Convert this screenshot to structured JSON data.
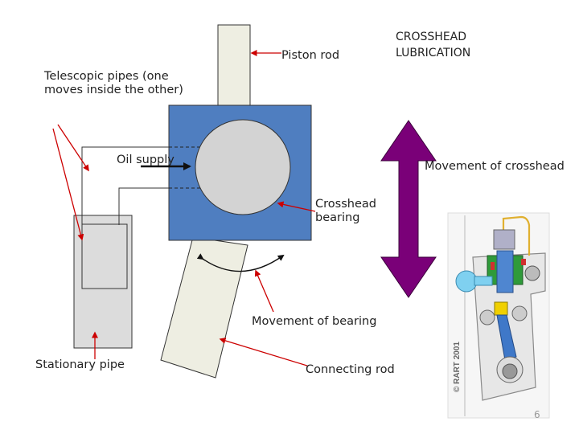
{
  "title": {
    "line1": "CROSSHEAD",
    "line2": "LUBRICATION"
  },
  "labels": {
    "piston_rod": "Piston rod",
    "telescopic_pipes": "Telescopic pipes (one moves inside the other)",
    "oil_supply": "Oil supply",
    "movement_of_crosshead": "Movement of crosshead",
    "crosshead_bearing": "Crosshead bearing",
    "movement_of_bearing": "Movement of bearing",
    "stationary_pipe": "Stationary pipe",
    "connecting_rod": "Connecting rod"
  },
  "photo": {
    "watermark": "© RART 2001"
  },
  "page_number": "6",
  "colors": {
    "crosshead_block": "#4f7ec0",
    "bearing_circle": "#d3d3d3",
    "rod_fill": "#eeeee2",
    "pipe_fill": "#dcdcdc",
    "arrow_red": "#cc0000",
    "movement_arrow": "#7a0078"
  }
}
